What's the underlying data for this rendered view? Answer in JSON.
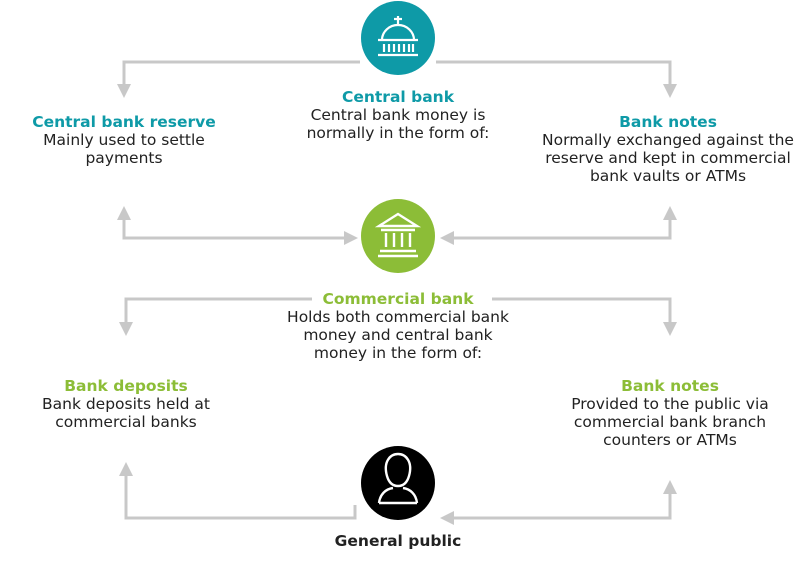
{
  "colors": {
    "teal": "#0e9aa7",
    "green": "#8cbd37",
    "black": "#000000",
    "connector": "#c8c8c8"
  },
  "central_bank": {
    "icon": "bank-dome-icon",
    "title": "Central bank",
    "desc1": "Central bank money is",
    "desc2": "normally in the form of:"
  },
  "central_bank_reserve": {
    "title": "Central bank reserve",
    "desc1": "Mainly used to settle",
    "desc2": "payments"
  },
  "bank_notes_top": {
    "title": "Bank notes",
    "desc1": "Normally exchanged against the",
    "desc2": "reserve and kept in commercial",
    "desc3": "bank vaults or ATMs"
  },
  "commercial_bank": {
    "icon": "bank-building-icon",
    "title": "Commercial bank",
    "desc1": "Holds both commercial bank",
    "desc2": "money and central bank",
    "desc3": "money in the form of:"
  },
  "bank_deposits": {
    "title": "Bank deposits",
    "desc1": "Bank deposits held at",
    "desc2": "commercial banks"
  },
  "bank_notes_bottom": {
    "title": "Bank notes",
    "desc1": "Provided to the public via",
    "desc2": "commercial bank branch",
    "desc3": "counters or ATMs"
  },
  "general_public": {
    "icon": "person-icon",
    "title": "General public"
  }
}
